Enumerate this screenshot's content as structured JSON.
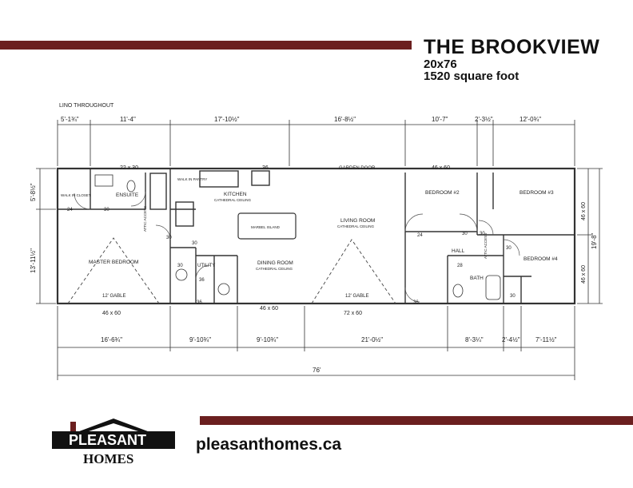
{
  "header": {
    "title": "THE BROOKVIEW",
    "size": "20x76",
    "area": "1520 square foot"
  },
  "plan": {
    "note": "LINO THROUGHOUT",
    "top_dims": [
      "5'-1¾\"",
      "11'-4\"",
      "17'-10½\"",
      "16'-8½\"",
      "10'-7\"",
      "2'-3½\"",
      "12'-0¾\""
    ],
    "bottom_dims": [
      "16'-6¾\"",
      "9'-10¾\"",
      "9'-10¾\"",
      "21'-0½\"",
      "8'-3¼\"",
      "2'-4½\"",
      "7'-11½\""
    ],
    "overall_length": "76'",
    "left_dims": [
      "5'-8½\"",
      "13'-11½\""
    ],
    "right_dims": [
      "46 x 60",
      "46 x 60",
      "19'-8\""
    ],
    "rooms": {
      "master_bedroom": "MASTER BEDROOM",
      "ensuite": "ENSUITE",
      "walk_in_closet": "WALK IN CLOSET",
      "kitchen": "KITCHEN",
      "kitchen_ceiling": "CATHEDRAL CEILING",
      "walk_in_pantry": "WALK IN PANTRY",
      "utility": "UTILITY",
      "dining_room": "DINING ROOM",
      "dining_ceiling": "CATHEDRAL CEILING",
      "living_room": "LIVING ROOM",
      "living_ceiling": "CATHEDRAL CEILING",
      "garden_door": "GARDEN DOOR",
      "bedroom2": "BEDROOM #2",
      "bedroom3": "BEDROOM #3",
      "bedroom4": "BEDROOM #4",
      "hall": "HALL",
      "bath": "BATH",
      "island": "MARBEL ISLAND",
      "attic1": "ATTIC ACCESS",
      "attic2": "ATTIC ACCESS"
    },
    "windows": {
      "top1": "22 x 30",
      "top2": "36",
      "top3": "46 x 60",
      "bot1": "46 x 60",
      "bot2": "46 x 60",
      "bot3": "72 x 60"
    },
    "gable1": "12' GABLE",
    "gable2": "12' GABLE",
    "doors": [
      "24",
      "30",
      "30",
      "30",
      "24",
      "30",
      "30",
      "28",
      "36",
      "36",
      "36",
      "30",
      "30",
      "30"
    ]
  },
  "footer": {
    "website": "pleasanthomes.ca",
    "logo_top": "PLEASANT",
    "logo_bottom": "HOMES",
    "brand_color": "#6b1f1f"
  }
}
